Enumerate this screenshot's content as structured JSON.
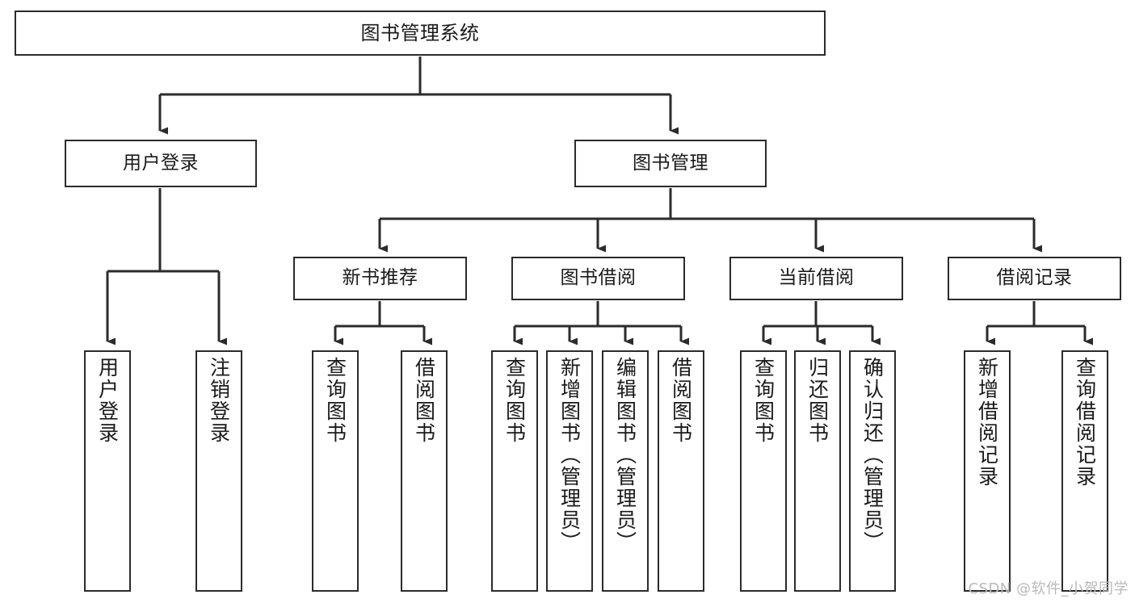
{
  "diagram": {
    "title": "图书管理系统",
    "type": "hierarchy-tree",
    "stroke_color": "#2b2b2b",
    "fill_color": "#ffffff",
    "text_color": "#1a1a1a",
    "background": "#ffffff"
  },
  "nodes": {
    "root": {
      "label": "图书管理系统",
      "level": 0,
      "orientation": "horizontal"
    },
    "l1": [
      {
        "id": "user-login",
        "label": "用户登录",
        "level": 1,
        "orientation": "horizontal"
      },
      {
        "id": "book-manage",
        "label": "图书管理",
        "level": 1,
        "orientation": "horizontal"
      }
    ],
    "l2": [
      {
        "id": "new-book-recommend",
        "label": "新书推荐",
        "level": 2,
        "orientation": "horizontal"
      },
      {
        "id": "book-borrow",
        "label": "图书借阅",
        "level": 2,
        "orientation": "horizontal"
      },
      {
        "id": "current-borrow",
        "label": "当前借阅",
        "level": 2,
        "orientation": "horizontal"
      },
      {
        "id": "borrow-record",
        "label": "借阅记录",
        "level": 2,
        "orientation": "horizontal"
      }
    ],
    "leaves": [
      {
        "id": "leaf-user-login",
        "label": "用户登录",
        "parent": "user-login"
      },
      {
        "id": "leaf-logout-login",
        "label": "注销登录",
        "parent": "user-login"
      },
      {
        "id": "leaf-query-book-1",
        "label": "查询图书",
        "parent": "new-book-recommend"
      },
      {
        "id": "leaf-borrow-book-1",
        "label": "借阅图书",
        "parent": "new-book-recommend"
      },
      {
        "id": "leaf-query-book-2",
        "label": "查询图书",
        "parent": "book-borrow"
      },
      {
        "id": "leaf-add-book-admin",
        "label": "新增图书（管理员）",
        "parent": "book-borrow"
      },
      {
        "id": "leaf-edit-book-admin",
        "label": "编辑图书（管理员）",
        "parent": "book-borrow"
      },
      {
        "id": "leaf-borrow-book-2",
        "label": "借阅图书",
        "parent": "book-borrow"
      },
      {
        "id": "leaf-query-book-3",
        "label": "查询图书",
        "parent": "current-borrow"
      },
      {
        "id": "leaf-return-book",
        "label": "归还图书",
        "parent": "current-borrow"
      },
      {
        "id": "leaf-confirm-return-admin",
        "label": "确认归还（管理员）",
        "parent": "current-borrow"
      },
      {
        "id": "leaf-add-borrow-record",
        "label": "新增借阅记录",
        "parent": "borrow-record"
      },
      {
        "id": "leaf-query-borrow-record",
        "label": "查询借阅记录",
        "parent": "borrow-record"
      }
    ]
  },
  "watermark": {
    "text": "CSDN @软件_小贺同学"
  }
}
